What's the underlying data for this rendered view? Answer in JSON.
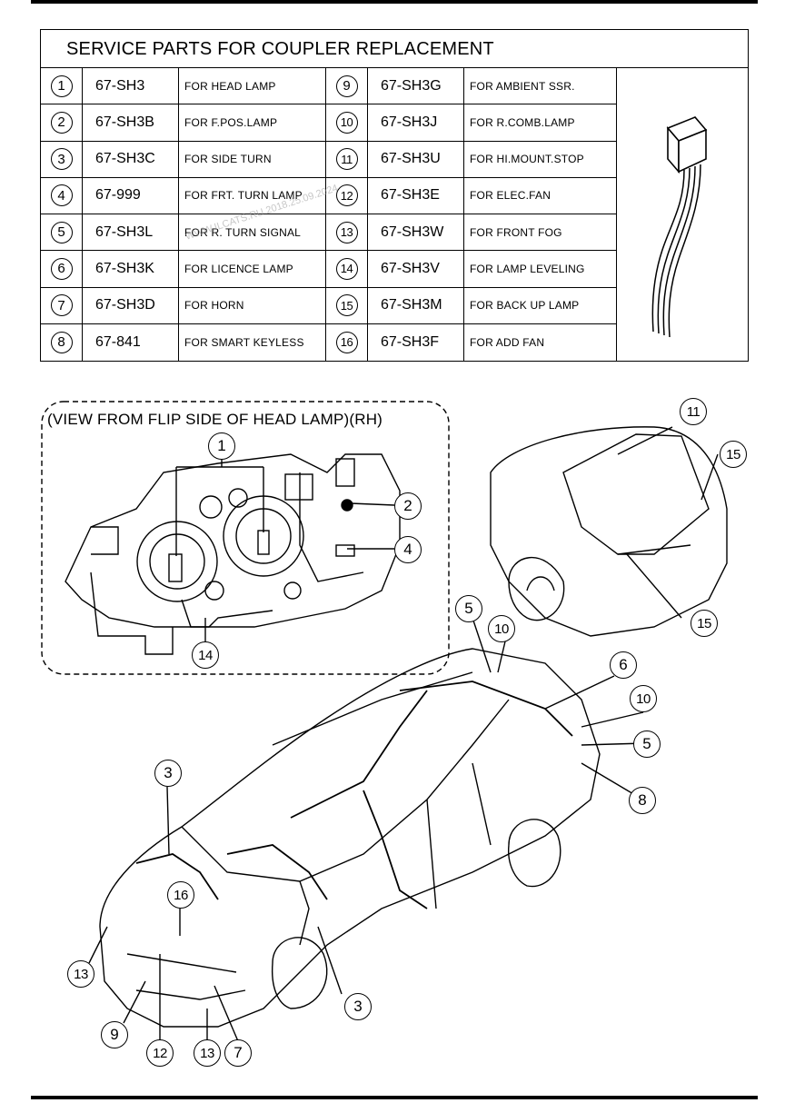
{
  "table": {
    "title": "SERVICE PARTS FOR COUPLER REPLACEMENT",
    "rows": [
      {
        "n1": "1",
        "code1": "67-SH3",
        "desc1": "FOR HEAD LAMP",
        "n2": "9",
        "code2": "67-SH3G",
        "desc2": "FOR AMBIENT SSR."
      },
      {
        "n1": "2",
        "code1": "67-SH3B",
        "desc1": "FOR F.POS.LAMP",
        "n2": "10",
        "code2": "67-SH3J",
        "desc2": "FOR R.COMB.LAMP"
      },
      {
        "n1": "3",
        "code1": "67-SH3C",
        "desc1": "FOR SIDE TURN",
        "n2": "11",
        "code2": "67-SH3U",
        "desc2": "FOR HI.MOUNT.STOP"
      },
      {
        "n1": "4",
        "code1": "67-999",
        "desc1": "FOR FRT. TURN LAMP",
        "n2": "12",
        "code2": "67-SH3E",
        "desc2": "FOR ELEC.FAN"
      },
      {
        "n1": "5",
        "code1": "67-SH3L",
        "desc1": "FOR R. TURN SIGNAL",
        "n2": "13",
        "code2": "67-SH3W",
        "desc2": "FOR FRONT FOG"
      },
      {
        "n1": "6",
        "code1": "67-SH3K",
        "desc1": "FOR LICENCE LAMP",
        "n2": "14",
        "code2": "67-SH3V",
        "desc2": "FOR LAMP LEVELING"
      },
      {
        "n1": "7",
        "code1": "67-SH3D",
        "desc1": "FOR HORN",
        "n2": "15",
        "code2": "67-SH3M",
        "desc2": "FOR BACK UP LAMP"
      },
      {
        "n1": "8",
        "code1": "67-841",
        "desc1": "FOR SMART KEYLESS",
        "n2": "16",
        "code2": "67-SH3F",
        "desc2": "FOR ADD FAN"
      }
    ]
  },
  "watermark": "WWW.ILCATS.RU  2018.25.09.2024",
  "view_label": "(VIEW FROM FLIP SIDE OF HEAD LAMP)(RH)",
  "callouts": {
    "hl_1": "1",
    "hl_2": "2",
    "hl_4": "4",
    "hl_14": "14",
    "rear_11": "11",
    "rear_15a": "15",
    "rear_15b": "15",
    "car_5a": "5",
    "car_10a": "10",
    "car_6": "6",
    "car_10b": "10",
    "car_5b": "5",
    "car_8": "8",
    "car_3a": "3",
    "car_16": "16",
    "car_13a": "13",
    "car_3b": "3",
    "car_9": "9",
    "car_12": "12",
    "car_13b": "13",
    "car_7": "7"
  }
}
